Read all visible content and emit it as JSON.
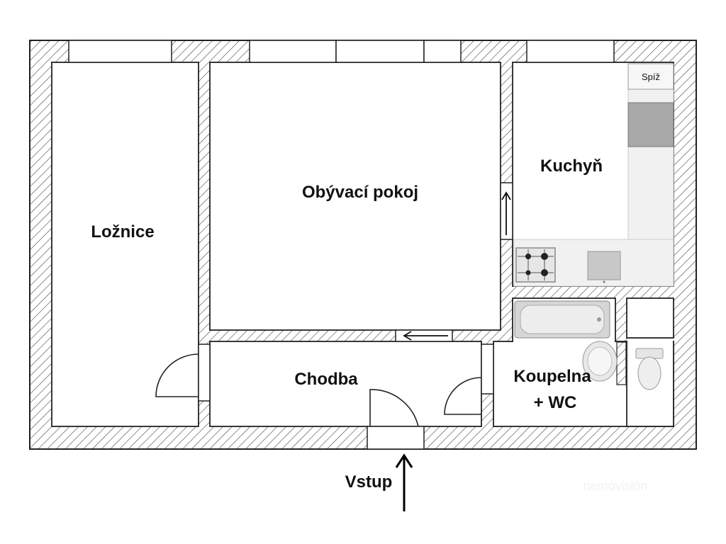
{
  "rooms": {
    "loznice": "Ložnice",
    "obyvaci": "Obývací pokoj",
    "kuchyn": "Kuchyň",
    "chodba": "Chodba",
    "koupelna_line1": "Koupelna",
    "koupelna_line2": "+ WC",
    "spiz": "Spíž"
  },
  "entrance": {
    "label": "Vstup"
  },
  "watermark": "nemovisión"
}
